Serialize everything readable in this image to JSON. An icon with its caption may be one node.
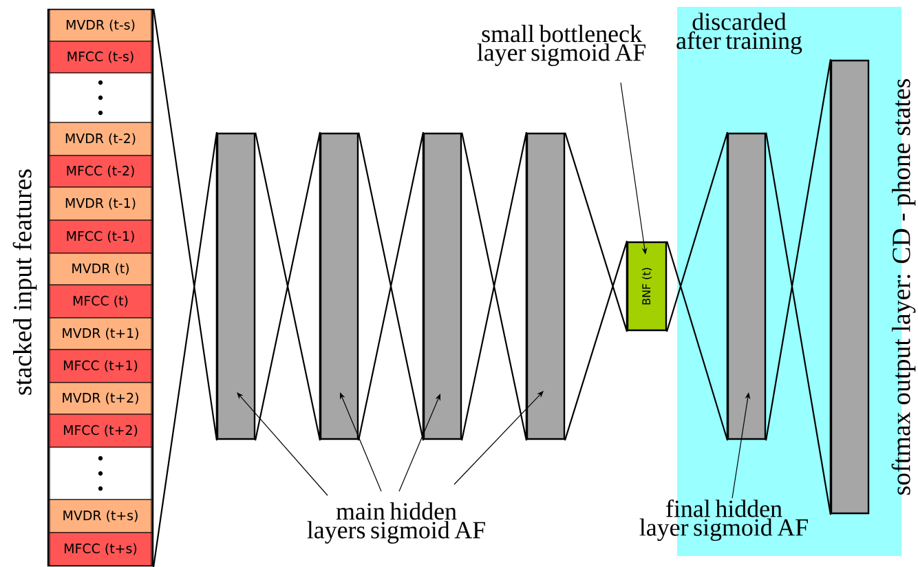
{
  "diagram": {
    "nodes": [
      {
        "text": [
          "stacked input features"
        ]
      },
      {
        "text": [
          "MVDR (t-s)"
        ],
        "in": 0
      },
      {
        "text": [
          "MFCC (t-s)"
        ],
        "in": 0
      },
      {
        "text": [],
        "shape": "box",
        "in": 0
      },
      {
        "text": [
          "MVDR (t-2)"
        ],
        "in": 0
      },
      {
        "text": [
          "MFCC (t-2)"
        ],
        "in": 0
      },
      {
        "text": [
          "MVDR (t-1)"
        ],
        "in": 0
      },
      {
        "text": [
          "MFCC (t-1)"
        ],
        "in": 0
      },
      {
        "text": [
          "MVDR (t)"
        ],
        "in": 0
      },
      {
        "text": [
          "MFCC (t)"
        ],
        "in": 0
      },
      {
        "text": [
          "MVDR (t+1)"
        ],
        "in": 0
      },
      {
        "text": [
          "MFCC (t+1)"
        ],
        "in": 0
      },
      {
        "text": [
          "MVDR (t+2)"
        ],
        "in": 0
      },
      {
        "text": [
          "MFCC (t+2)"
        ],
        "in": 0
      },
      {
        "text": [],
        "shape": "box",
        "in": 0
      },
      {
        "text": [
          "MVDR (t+s)"
        ],
        "in": 0
      },
      {
        "text": [
          "MFCC (t+s)"
        ],
        "in": 0
      },
      {
        "text": [],
        "shape": "bar"
      },
      {
        "text": [],
        "shape": "bar"
      },
      {
        "text": [],
        "shape": "bar"
      },
      {
        "text": [],
        "shape": "bar"
      },
      {
        "text": [
          "small bottleneck layer sigmoid AF"
        ]
      },
      {
        "text": [
          "BNF (t)"
        ]
      },
      {
        "text": [
          "discarded after training"
        ]
      },
      {
        "text": [],
        "shape": "bar",
        "in": 23
      },
      {
        "text": [
          "softmax output layer: CD - phone states"
        ],
        "in": 23
      },
      {
        "text": [
          "main hidden layers sigmoid AF"
        ]
      },
      {
        "text": [
          "final hidden layer sigmoid AF"
        ]
      }
    ],
    "edges": [
      {
        "from": 0,
        "to": 17,
        "arrow": "none"
      },
      {
        "from": 17,
        "to": 18,
        "arrow": "none"
      },
      {
        "from": 18,
        "to": 19,
        "arrow": "none"
      },
      {
        "from": 19,
        "to": 20,
        "arrow": "none"
      },
      {
        "from": 20,
        "to": 22,
        "arrow": "none"
      },
      {
        "from": 22,
        "to": 24,
        "arrow": "none"
      },
      {
        "from": 24,
        "to": 25,
        "arrow": "none"
      },
      {
        "from": 26,
        "to": 17,
        "arrow": "to"
      },
      {
        "from": 26,
        "to": 18,
        "arrow": "to"
      },
      {
        "from": 26,
        "to": 19,
        "arrow": "to"
      },
      {
        "from": 26,
        "to": 20,
        "arrow": "to"
      },
      {
        "from": 21,
        "to": 22,
        "arrow": "to"
      },
      {
        "from": 27,
        "to": 24,
        "arrow": "to"
      }
    ]
  }
}
